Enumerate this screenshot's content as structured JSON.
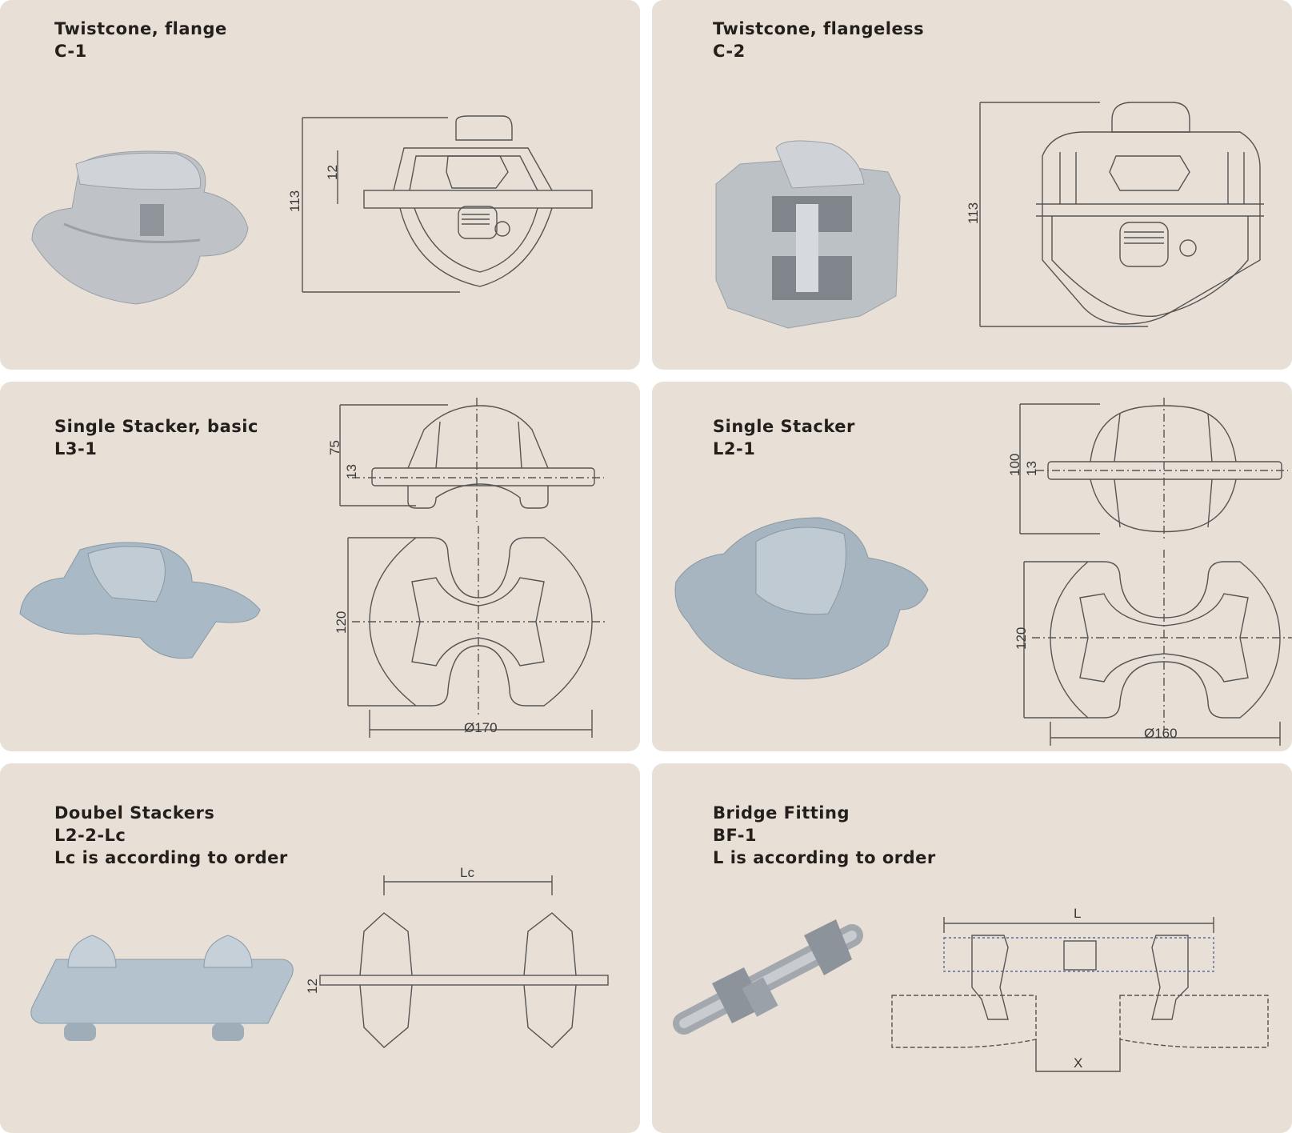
{
  "panels": [
    {
      "title": "Twistcone, flange",
      "code": "C-1",
      "dims": {
        "height": "113",
        "flange": "12"
      }
    },
    {
      "title": "Twistcone, flangeless",
      "code": "C-2",
      "dims": {
        "height": "113"
      }
    },
    {
      "title": "Single Stacker, basic",
      "code": "L3-1",
      "dims": {
        "height": "75",
        "flange": "13",
        "width": "120",
        "diameter": "Ø170"
      }
    },
    {
      "title": "Single Stacker",
      "code": "L2-1",
      "dims": {
        "height": "100",
        "flange": "13",
        "width": "120",
        "diameter": "Ø160"
      }
    },
    {
      "title": "Doubel Stackers",
      "code": "L2-2-Lc",
      "note": "Lc is according to order",
      "dims": {
        "length": "Lc",
        "flange": "12"
      }
    },
    {
      "title": "Bridge Fitting",
      "code": "BF-1",
      "note": "L is according to order",
      "dims": {
        "length": "L",
        "gap": "X"
      }
    }
  ],
  "colors": {
    "panel": "#e8e0d6",
    "metal": "#b9bfc6",
    "line": "#555555"
  }
}
